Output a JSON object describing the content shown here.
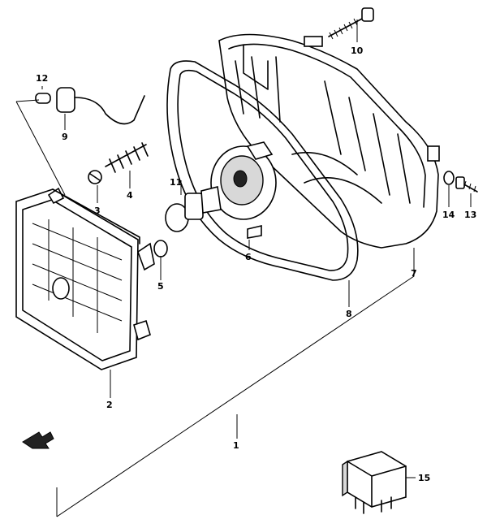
{
  "parts": [
    {
      "id": "1",
      "label": "1"
    },
    {
      "id": "2",
      "label": "2"
    },
    {
      "id": "3",
      "label": "3"
    },
    {
      "id": "4",
      "label": "4"
    },
    {
      "id": "5",
      "label": "5"
    },
    {
      "id": "6",
      "label": "6"
    },
    {
      "id": "7",
      "label": "7"
    },
    {
      "id": "8",
      "label": "8"
    },
    {
      "id": "9",
      "label": "9"
    },
    {
      "id": "10",
      "label": "10"
    },
    {
      "id": "11",
      "label": "11"
    },
    {
      "id": "12",
      "label": "12"
    },
    {
      "id": "13",
      "label": "13"
    },
    {
      "id": "14",
      "label": "14"
    },
    {
      "id": "15",
      "label": "15"
    }
  ],
  "icons": {
    "front_direction": "arrow-icon"
  }
}
